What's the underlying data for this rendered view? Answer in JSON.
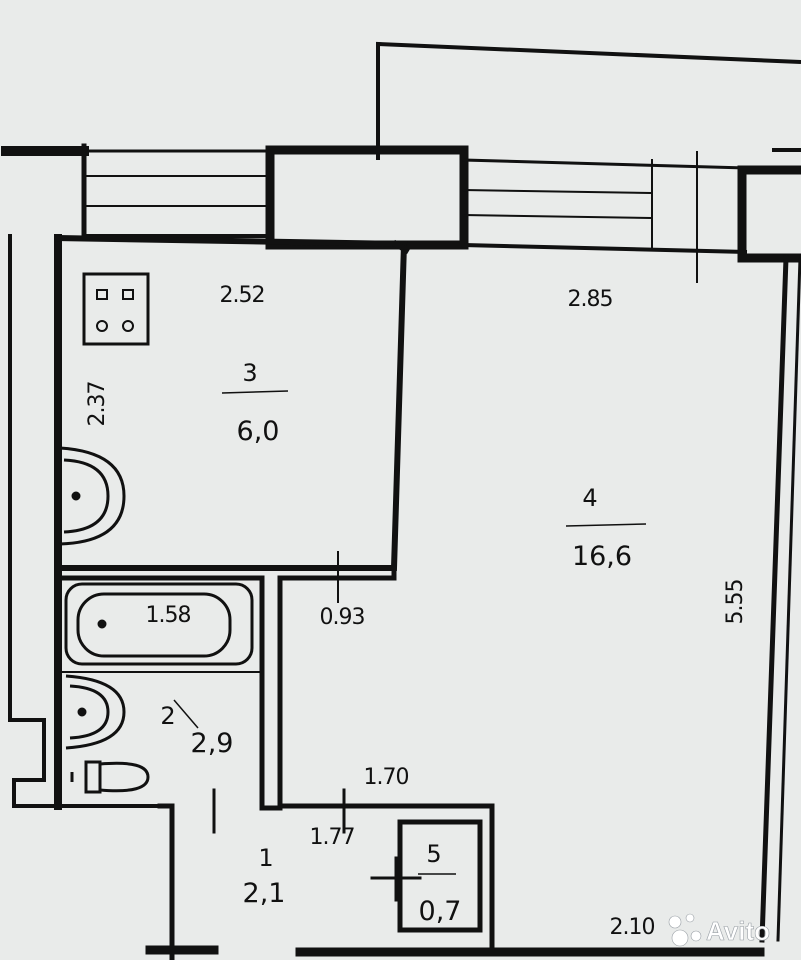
{
  "rooms": {
    "r1": {
      "number": "1",
      "area": "2,1"
    },
    "r2": {
      "number": "2",
      "area": "2,9"
    },
    "r3": {
      "number": "3",
      "area": "6,0"
    },
    "r4": {
      "number": "4",
      "area": "16,6"
    },
    "r5": {
      "number": "5",
      "area": "0,7"
    }
  },
  "dimensions": {
    "kitchen_width": "2.52",
    "kitchen_height": "2.37",
    "room_width": "2.85",
    "room_length": "5.55",
    "bath_length": "1.58",
    "door_gap": "0.93",
    "hall_width_a": "1.70",
    "hall_width_b": "1.77",
    "bottom_width": "2.10"
  },
  "watermark": {
    "text": "Avito"
  },
  "colors": {
    "paper": "#e9ebea",
    "wall": "#111111",
    "watermark": "#ffffff"
  }
}
